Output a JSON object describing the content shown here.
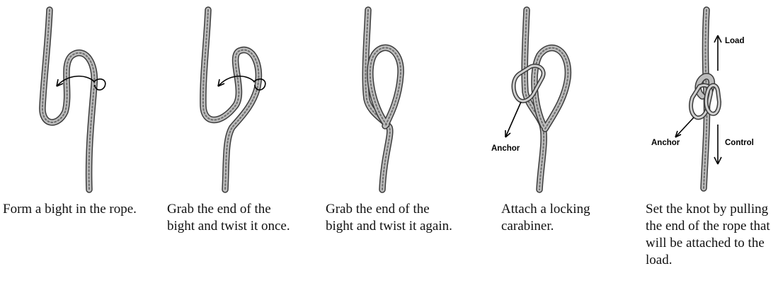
{
  "steps": [
    {
      "caption": "Form a bight in the rope."
    },
    {
      "caption": "Grab the end of the bight and twist it once."
    },
    {
      "caption": "Grab the end of the bight and twist it again."
    },
    {
      "caption": "Attach a locking carabiner."
    },
    {
      "caption": "Set the knot by pulling the end of the rope that will be attached to the load."
    }
  ],
  "labels": {
    "anchor": "Anchor",
    "load": "Load",
    "control": "Control"
  },
  "colors": {
    "rope_outline": "#3c3c3c",
    "rope_fill": "#bdbdbd",
    "ink": "#000000"
  }
}
